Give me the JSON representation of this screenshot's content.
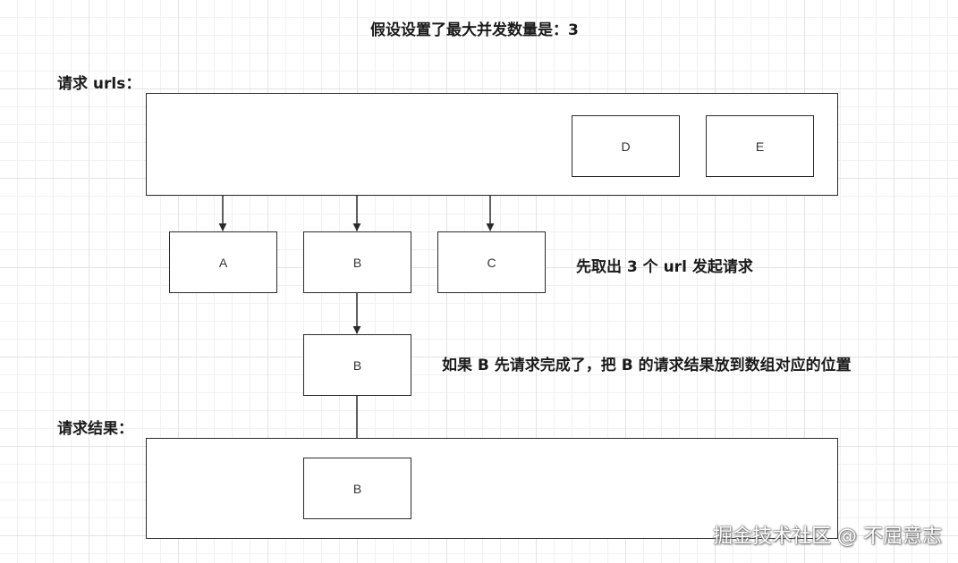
{
  "title": "假设设置了最大并发数量是：3",
  "urls_label": "请求 urls：",
  "results_label": "请求结果：",
  "queue_nodes": [
    "D",
    "E"
  ],
  "active_nodes": [
    "A",
    "B",
    "C"
  ],
  "completed_node": "B",
  "result_node": "B",
  "note_fetch": "先取出 3 个 url  发起请求",
  "note_done": "如果 B 先请求完成了，把 B 的请求结果放到数组对应的位置",
  "watermark": "掘金技术社区 @ 不屈意志"
}
